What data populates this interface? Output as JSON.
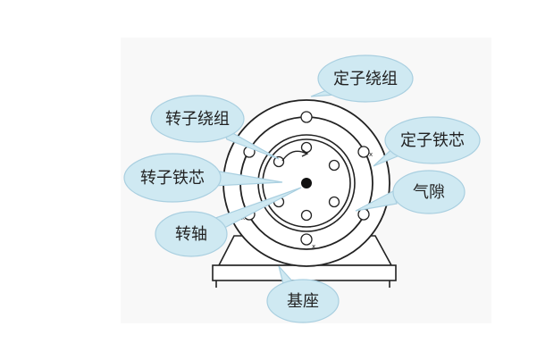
{
  "labels": {
    "stator_winding": "定子绕组",
    "rotor_winding": "转子绕组",
    "stator_core": "定子铁芯",
    "rotor_core": "转子铁芯",
    "air_gap": "气隙",
    "shaft": "转轴",
    "base": "基座"
  },
  "colors": {
    "bubble_fill": "#cfe9f2",
    "bubble_stroke": "#a9cfe0",
    "line": "#222222",
    "text": "#222222",
    "background_panel": "#f7f7f7"
  }
}
